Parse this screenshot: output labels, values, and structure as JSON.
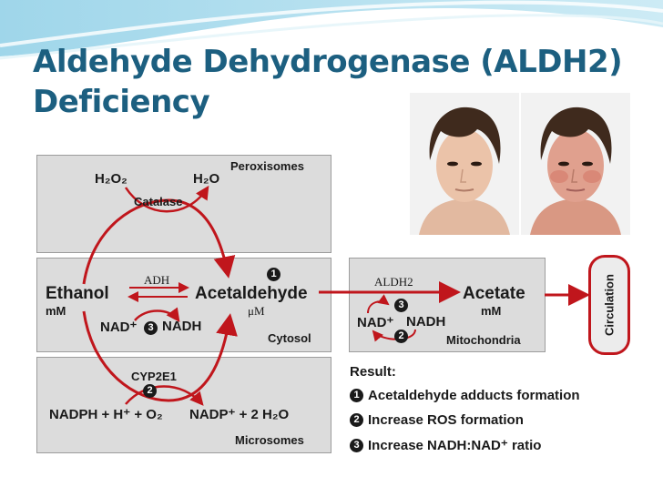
{
  "slide": {
    "title_line1": "Aldehyde Dehydrogenase (ALDH2)",
    "title_line2": "Deficiency"
  },
  "diagram": {
    "peroxisomes": {
      "label": "Peroxisomes",
      "h2o2": "H₂O₂",
      "h2o": "H₂O",
      "enzyme": "Catalase"
    },
    "cytosol": {
      "label": "Cytosol",
      "ethanol": "Ethanol",
      "ethanol_unit": "mM",
      "adh": "ADH",
      "acetaldehyde": "Acetaldehyde",
      "acetaldehyde_unit": "μM",
      "nad": "NAD⁺",
      "nadh": "NADH",
      "marker_nad": "3",
      "marker_acetaldehyde": "1"
    },
    "microsomes": {
      "label": "Microsomes",
      "enzyme": "CYP2E1",
      "marker": "2",
      "left": "NADPH + H⁺ + O₂",
      "right": "NADP⁺ + 2 H₂O"
    },
    "mitochondria": {
      "label": "Mitochondria",
      "enzyme": "ALDH2",
      "acetate": "Acetate",
      "acetate_unit": "mM",
      "nad": "NAD⁺",
      "nadh": "NADH",
      "marker_top": "3",
      "marker_bottom": "2"
    },
    "circulation": "Circulation"
  },
  "result": {
    "heading": "Result:",
    "items": [
      {
        "marker": "1",
        "text": "Acetaldehyde adducts formation"
      },
      {
        "marker": "2",
        "text": "Increase ROS formation"
      },
      {
        "marker": "3",
        "text": "Increase NADH:NAD⁺ ratio"
      }
    ]
  },
  "colors": {
    "title": "#1c5f80",
    "arrow": "#c0161c",
    "panel": "#dcdcdc"
  }
}
